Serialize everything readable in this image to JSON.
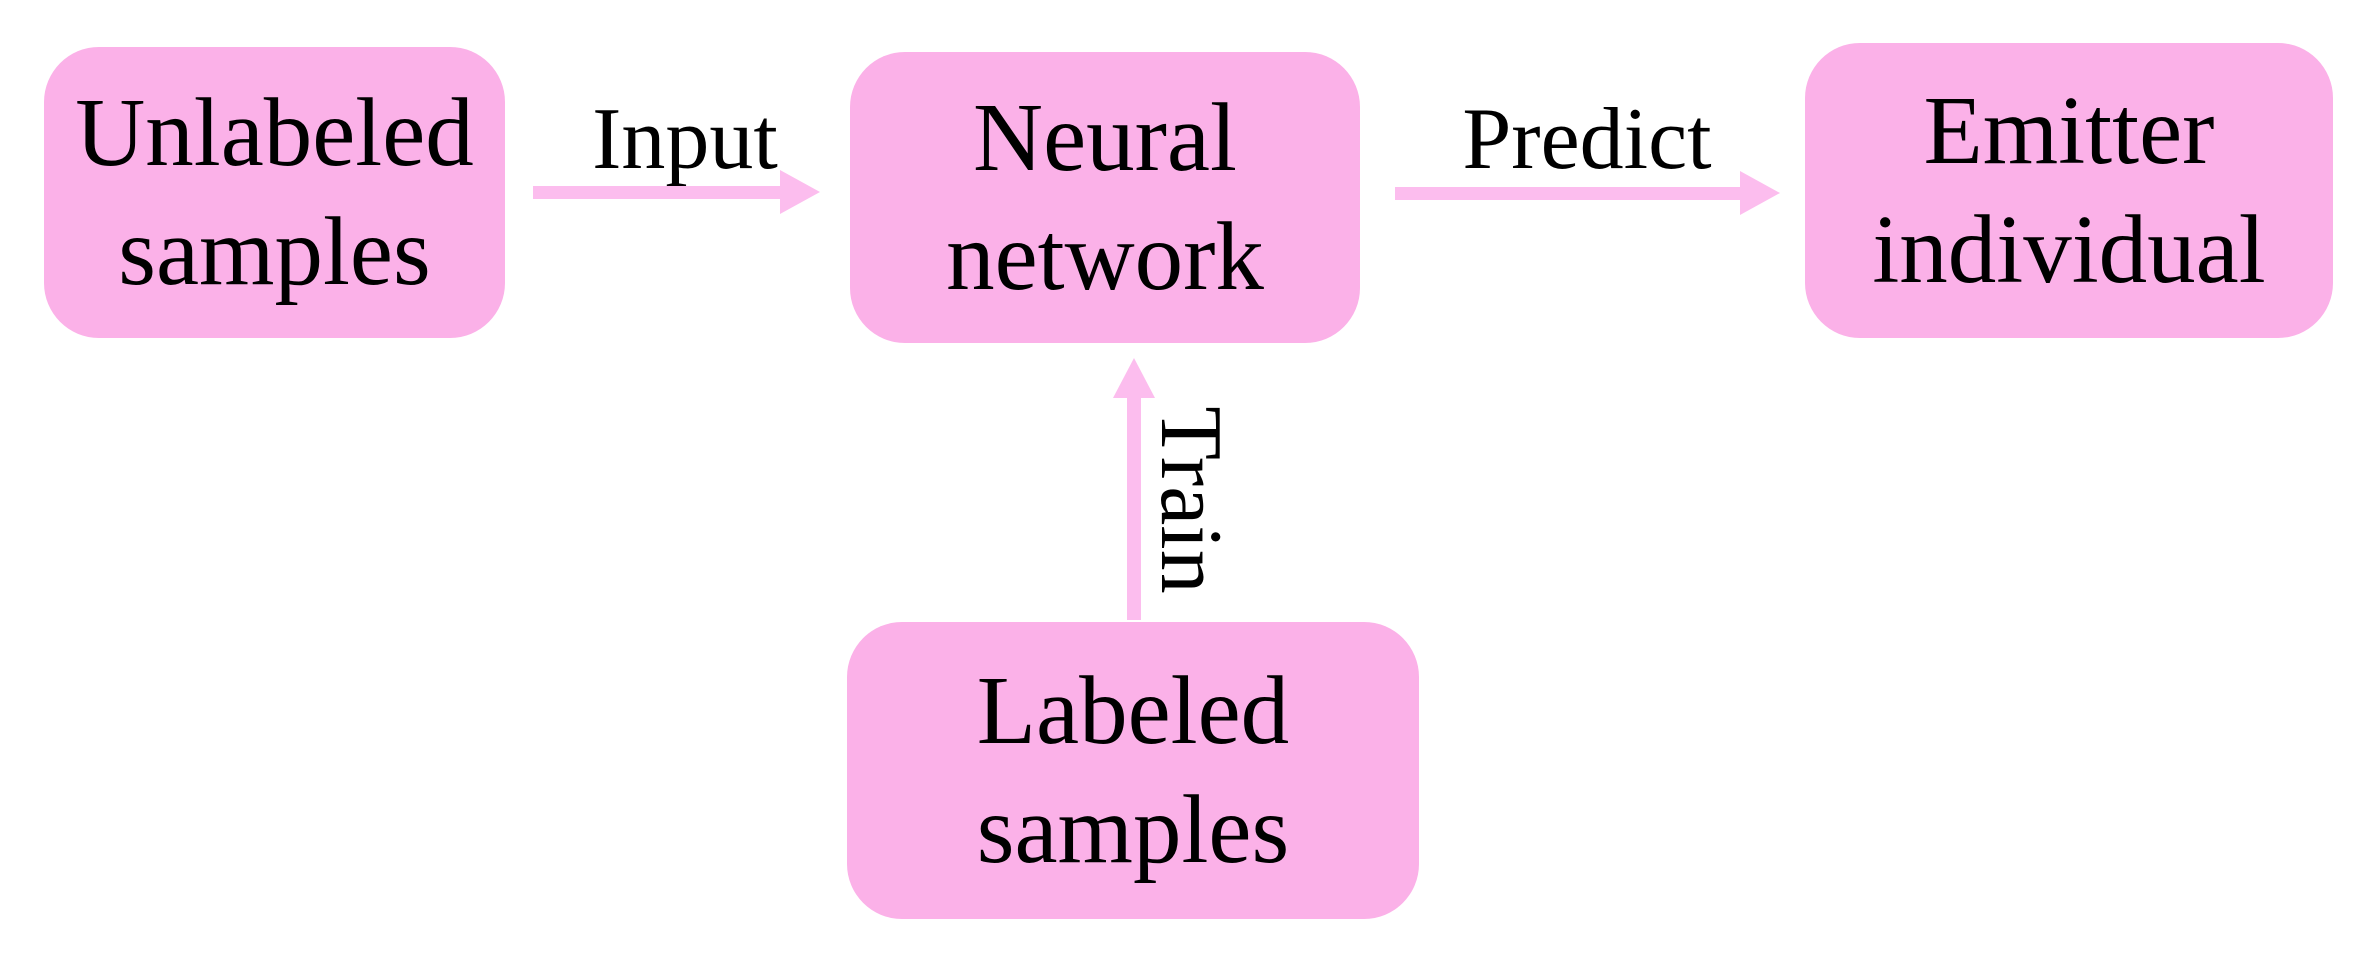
{
  "diagram": {
    "title": "Neural network emitter identification flow",
    "colors": {
      "node_fill": "#fbb1e8",
      "arrow": "#fcbdee",
      "text": "#000000",
      "background": "#ffffff"
    },
    "nodes": [
      {
        "id": "unlabeled-samples",
        "label": "Unlabeled\nsamples"
      },
      {
        "id": "neural-network",
        "label": "Neural\nnetwork"
      },
      {
        "id": "emitter-individual",
        "label": "Emitter\nindividual"
      },
      {
        "id": "labeled-samples",
        "label": "Labeled\nsamples"
      }
    ],
    "edges": [
      {
        "id": "input",
        "label": "Input",
        "from": "unlabeled-samples",
        "to": "neural-network",
        "direction": "right"
      },
      {
        "id": "predict",
        "label": "Predict",
        "from": "neural-network",
        "to": "emitter-individual",
        "direction": "right"
      },
      {
        "id": "train",
        "label": "Train",
        "from": "labeled-samples",
        "to": "neural-network",
        "direction": "up"
      }
    ]
  }
}
